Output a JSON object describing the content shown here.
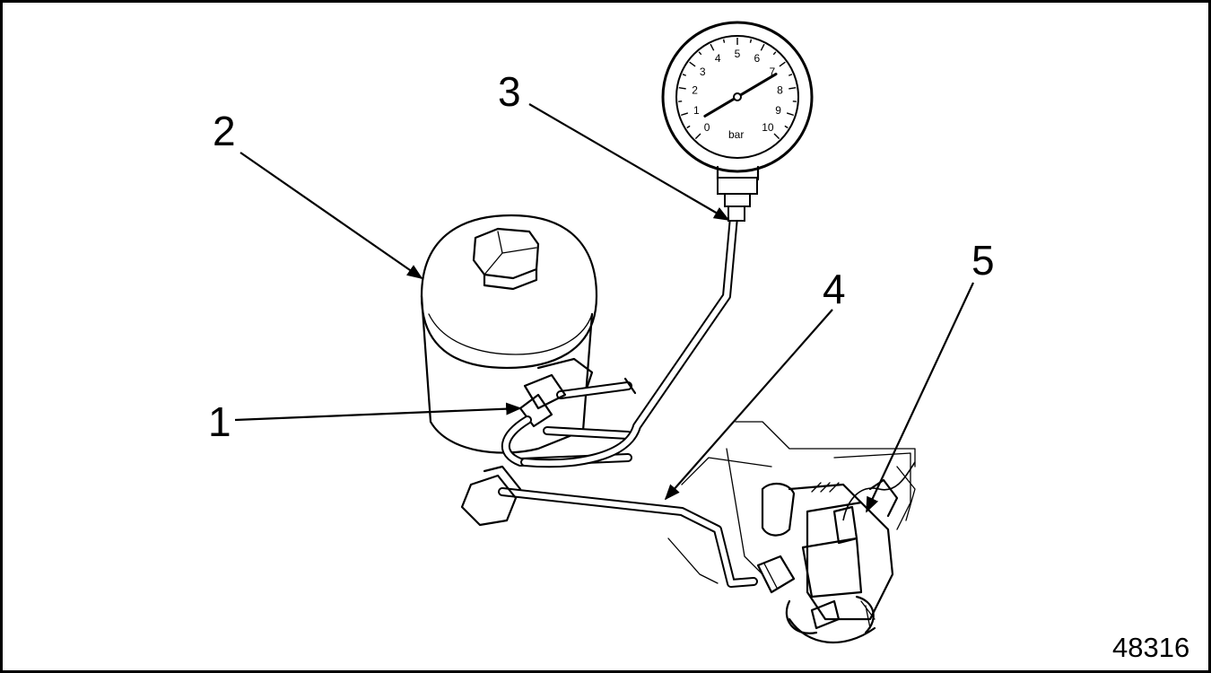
{
  "figure_number": "48316",
  "callouts": [
    {
      "id": "1",
      "label": "1"
    },
    {
      "id": "2",
      "label": "2"
    },
    {
      "id": "3",
      "label": "3"
    },
    {
      "id": "4",
      "label": "4"
    },
    {
      "id": "5",
      "label": "5"
    }
  ],
  "gauge": {
    "unit": "bar",
    "scale": [
      "0",
      "1",
      "2",
      "3",
      "4",
      "5",
      "6",
      "7",
      "8",
      "9",
      "10"
    ],
    "needle_value": 7.2
  }
}
